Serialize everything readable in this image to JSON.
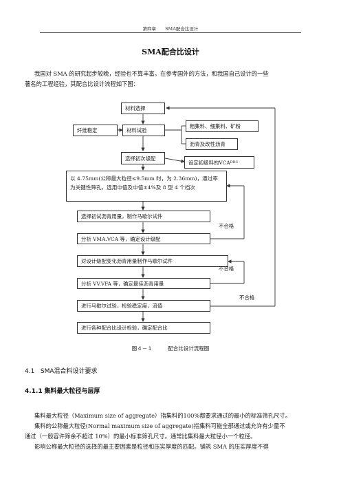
{
  "header": {
    "text": "第四章　　SMA配合比设计"
  },
  "title": "SMA配合比设计",
  "intro": [
    "我国对 SMA 的研究起步较晚，经验也不算丰富。在参考国外的方法，和我国自己设计的一些",
    "著名的工程经验，其配合比设计流程如下图："
  ],
  "flow": {
    "material_select": "材料选择",
    "fiber_stability": "纤维稳定",
    "material_test": "材料试验",
    "aggregates": "粗集料、细集料、矿粉",
    "asphalt": "沥青及改性沥青",
    "initial_gradation": "选择初次级配",
    "vca_box": "设定初级料的VCA",
    "vca_sub": "DRC",
    "sieve_box": "以 4.75mm(公称最大粒径≤9.5mm 时，为 2.36mm)，通过率为关键性筛孔，选用中值及中值±4%及 8 型 4 个档次",
    "trial_asphalt": "选择初试沥青用量，制作马歇尔试件",
    "analyze_vma": "分析 VMA.VCA 等，确定设计级配",
    "vary_asphalt": "对设计级配变化沥青用量制作马歇尔试件",
    "analyze_vv": "分析 VV.VFA 等，确定最佳沥青用量",
    "marshall": "进行马歇尔试验，检验稳定度，流值",
    "checks": "进行各种配合比设计检验，确定配合比",
    "fail_1": "不合格",
    "fail_2": "不合格",
    "fail_3": "不合格"
  },
  "caption": "图４－１　　　配合比设计流程图",
  "section": {
    "num": "4.1",
    "title": "SMA混合料设计要求"
  },
  "subsection": {
    "num": "4.1.1",
    "title": "集料最大粒径与层厚"
  },
  "body": [
    "集料最大粒径（Maximum size of aggregate）指集料的100%都要求通过的最小的标准筛孔尺寸。",
    "集料的公称最大粒径(Normal maximum size of aggregate)指集料可能全部通过或允许有少量不",
    "通过（一般容许筛余不超过 10%）的最小标准筛孔尺寸。通常比集料最大粒径小一个粒径。",
    "影响公称最大粒径的选择的最主要因素是粒径和压实厚度的匹配。铺筑 SMA 的压实厚度不得"
  ]
}
